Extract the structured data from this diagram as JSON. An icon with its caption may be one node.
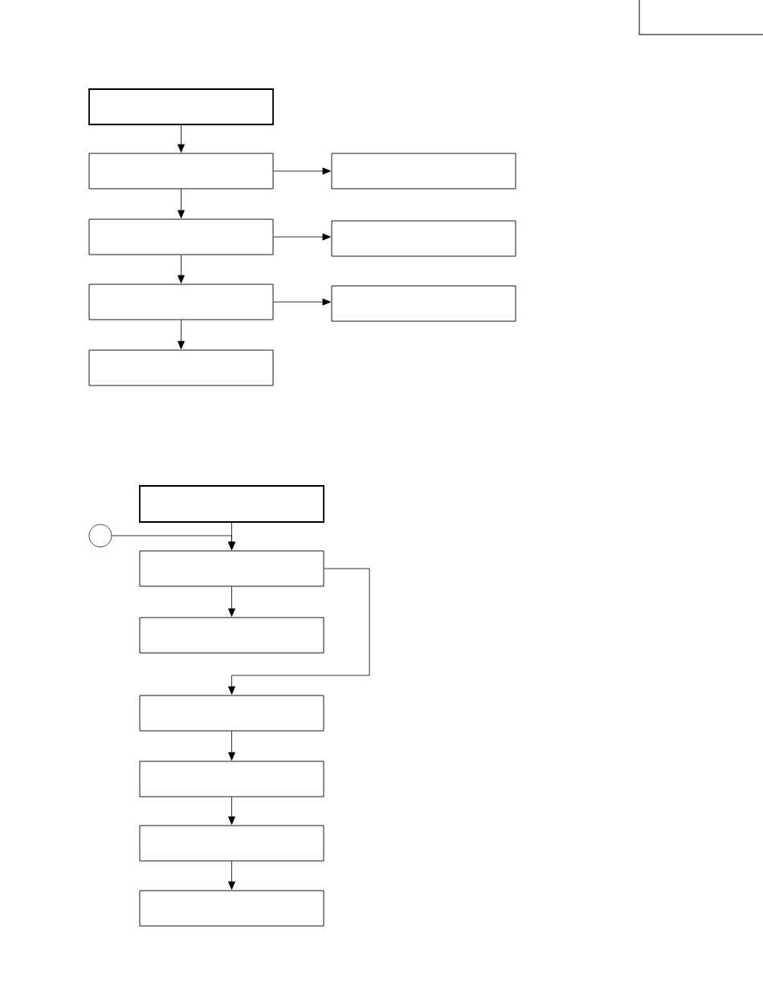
{
  "diagram": {
    "nodes": [
      {
        "text": [],
        "shape": "box"
      },
      {
        "text": [],
        "shape": "box"
      },
      {
        "text": [],
        "shape": "box"
      },
      {
        "text": [],
        "shape": "box"
      },
      {
        "text": [],
        "shape": "box"
      },
      {
        "text": [],
        "shape": "box"
      },
      {
        "text": [],
        "shape": "box"
      },
      {
        "text": [],
        "shape": "box"
      },
      {
        "text": [],
        "shape": "box"
      },
      {
        "text": [],
        "shape": "circle"
      },
      {
        "text": [],
        "shape": "box"
      },
      {
        "text": [],
        "shape": "box"
      },
      {
        "text": [],
        "shape": "box"
      },
      {
        "text": [],
        "shape": "box"
      },
      {
        "text": [],
        "shape": "box"
      },
      {
        "text": [],
        "shape": "box"
      }
    ],
    "edges": [
      {
        "from": 0,
        "to": 1,
        "arrow": "to"
      },
      {
        "from": 1,
        "to": 2,
        "arrow": "to"
      },
      {
        "from": 1,
        "to": 3,
        "arrow": "to"
      },
      {
        "from": 3,
        "to": 4,
        "arrow": "to"
      },
      {
        "from": 3,
        "to": 5,
        "arrow": "to"
      },
      {
        "from": 5,
        "to": 6,
        "arrow": "to"
      },
      {
        "from": 5,
        "to": 7,
        "arrow": "to"
      },
      {
        "from": 8,
        "to": 10,
        "arrow": "to"
      },
      {
        "from": 9,
        "to": 10,
        "arrow": "to"
      },
      {
        "from": 10,
        "to": 11,
        "arrow": "to"
      },
      {
        "from": 10,
        "to": 12,
        "arrow": "to"
      },
      {
        "from": 12,
        "to": 13,
        "arrow": "to"
      },
      {
        "from": 13,
        "to": 14,
        "arrow": "to"
      },
      {
        "from": 14,
        "to": 15,
        "arrow": "to"
      }
    ]
  }
}
